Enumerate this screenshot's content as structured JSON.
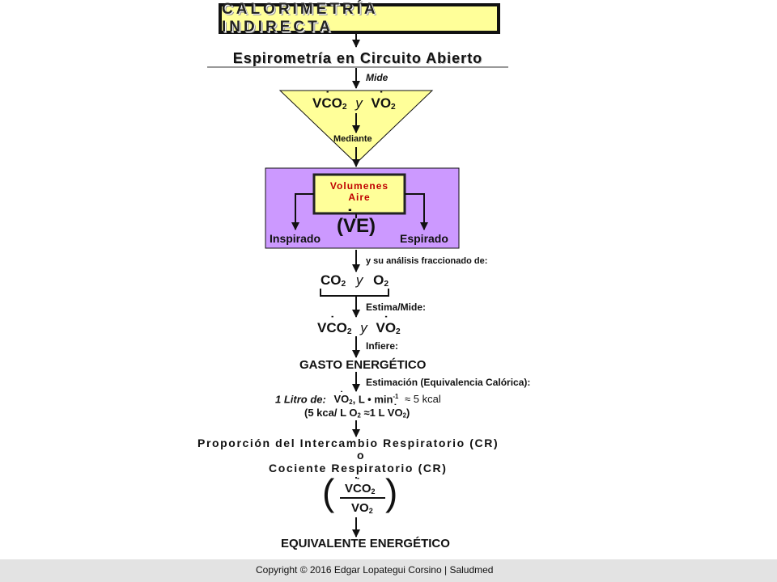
{
  "title": "CALORIMETRÍA INDIRECTA",
  "method": "Espirometría en Circuito Abierto",
  "mide": "Mide",
  "triangle": {
    "y_word": "y",
    "mediante": "Mediante"
  },
  "volumes_box": {
    "label_line1": "Volumenes",
    "label_line2": "Aire",
    "inspirado": "Inspirado",
    "espirado": "Espirado",
    "ve_open": "(",
    "ve_letter": "V",
    "ve_sub": "E",
    "ve_close": ")"
  },
  "analysis": "y su análisis fraccionado de:",
  "gases": {
    "co": "CO",
    "y": "y",
    "o": "O",
    "two": "2"
  },
  "estima": "Estima/Mide:",
  "rates": {
    "vco": "VCO",
    "vo": "VO",
    "y": "y",
    "two": "2"
  },
  "infiere": "Infiere:",
  "gasto": "GASTO ENERGÉTICO",
  "estimacion": "Estimación (Equivalencia Calórica):",
  "equiv_line1": {
    "litro": "1 Litro de:",
    "vo": "VO",
    "two": "2",
    "unit": ", L • min",
    "exp": "-1",
    "approx": "≈ 5 kcal"
  },
  "equiv_line2": {
    "open": "(5 kca/ L O",
    "two": "2",
    "approx": "≈1 L",
    "vo": "VO",
    "close": ")"
  },
  "cr_line1": "Proporción del Intercambio Respiratorio (CR)",
  "cr_o": "o",
  "cr_line2": "Cociente Respiratorio (CR)",
  "fraction": {
    "num": "VCO",
    "den": "VO",
    "two": "2"
  },
  "equivalente": "EQUIVALENTE ENERGÉTICO",
  "copyright": "Copyright © 2016 Edgar Lopategui Corsino | Saludmed",
  "colors": {
    "yellow": "#ffff99",
    "purple": "#cc99ff",
    "footer": "#e3e3e3"
  }
}
